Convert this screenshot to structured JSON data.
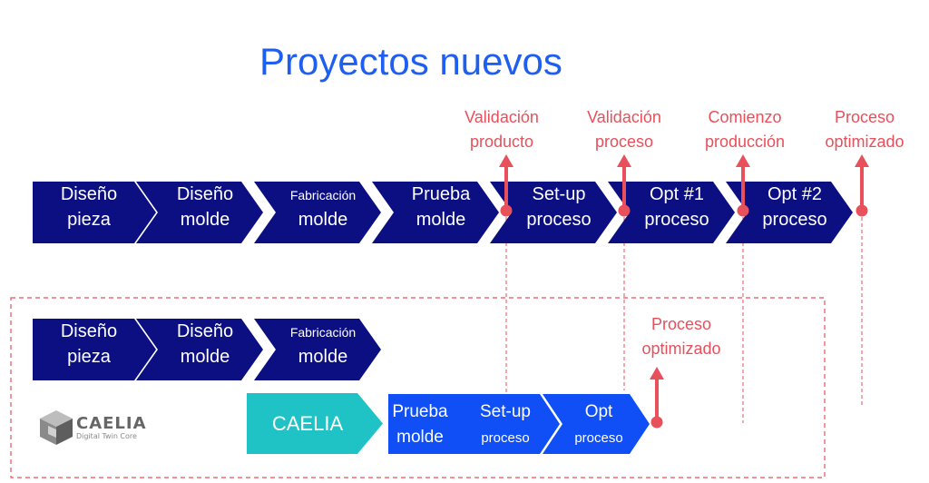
{
  "title": "Proyectos nuevos",
  "colors": {
    "dark_blue": "#0b0f82",
    "bright_blue": "#0f4ff5",
    "teal": "#1fc3c6",
    "red": "#e8505b",
    "title_blue": "#1f5ff0"
  },
  "row1": [
    [
      "Diseño",
      "pieza"
    ],
    [
      "Diseño",
      "molde"
    ],
    [
      "Fabricación",
      "molde"
    ],
    [
      "Prueba",
      "molde"
    ],
    [
      "Set-up",
      "proceso"
    ],
    [
      "Opt #1",
      "proceso"
    ],
    [
      "Opt #2",
      "proceso"
    ]
  ],
  "row2": [
    [
      "Diseño",
      "pieza"
    ],
    [
      "Diseño",
      "molde"
    ],
    [
      "Fabricación",
      "molde"
    ]
  ],
  "caelia_arrow": "CAELIA",
  "row3": [
    [
      "Prueba",
      "molde"
    ],
    [
      "Set-up",
      "proceso"
    ],
    [
      "Opt",
      "proceso"
    ]
  ],
  "milestones_top": [
    [
      "Validación",
      "producto"
    ],
    [
      "Validación",
      "proceso"
    ],
    [
      "Comienzo",
      "producción"
    ],
    [
      "Proceso",
      "optimizado"
    ]
  ],
  "milestone_bottom": [
    "Proceso",
    "optimizado"
  ],
  "logo": {
    "name": "CAELIA",
    "tagline": "Digital Twin Core"
  }
}
